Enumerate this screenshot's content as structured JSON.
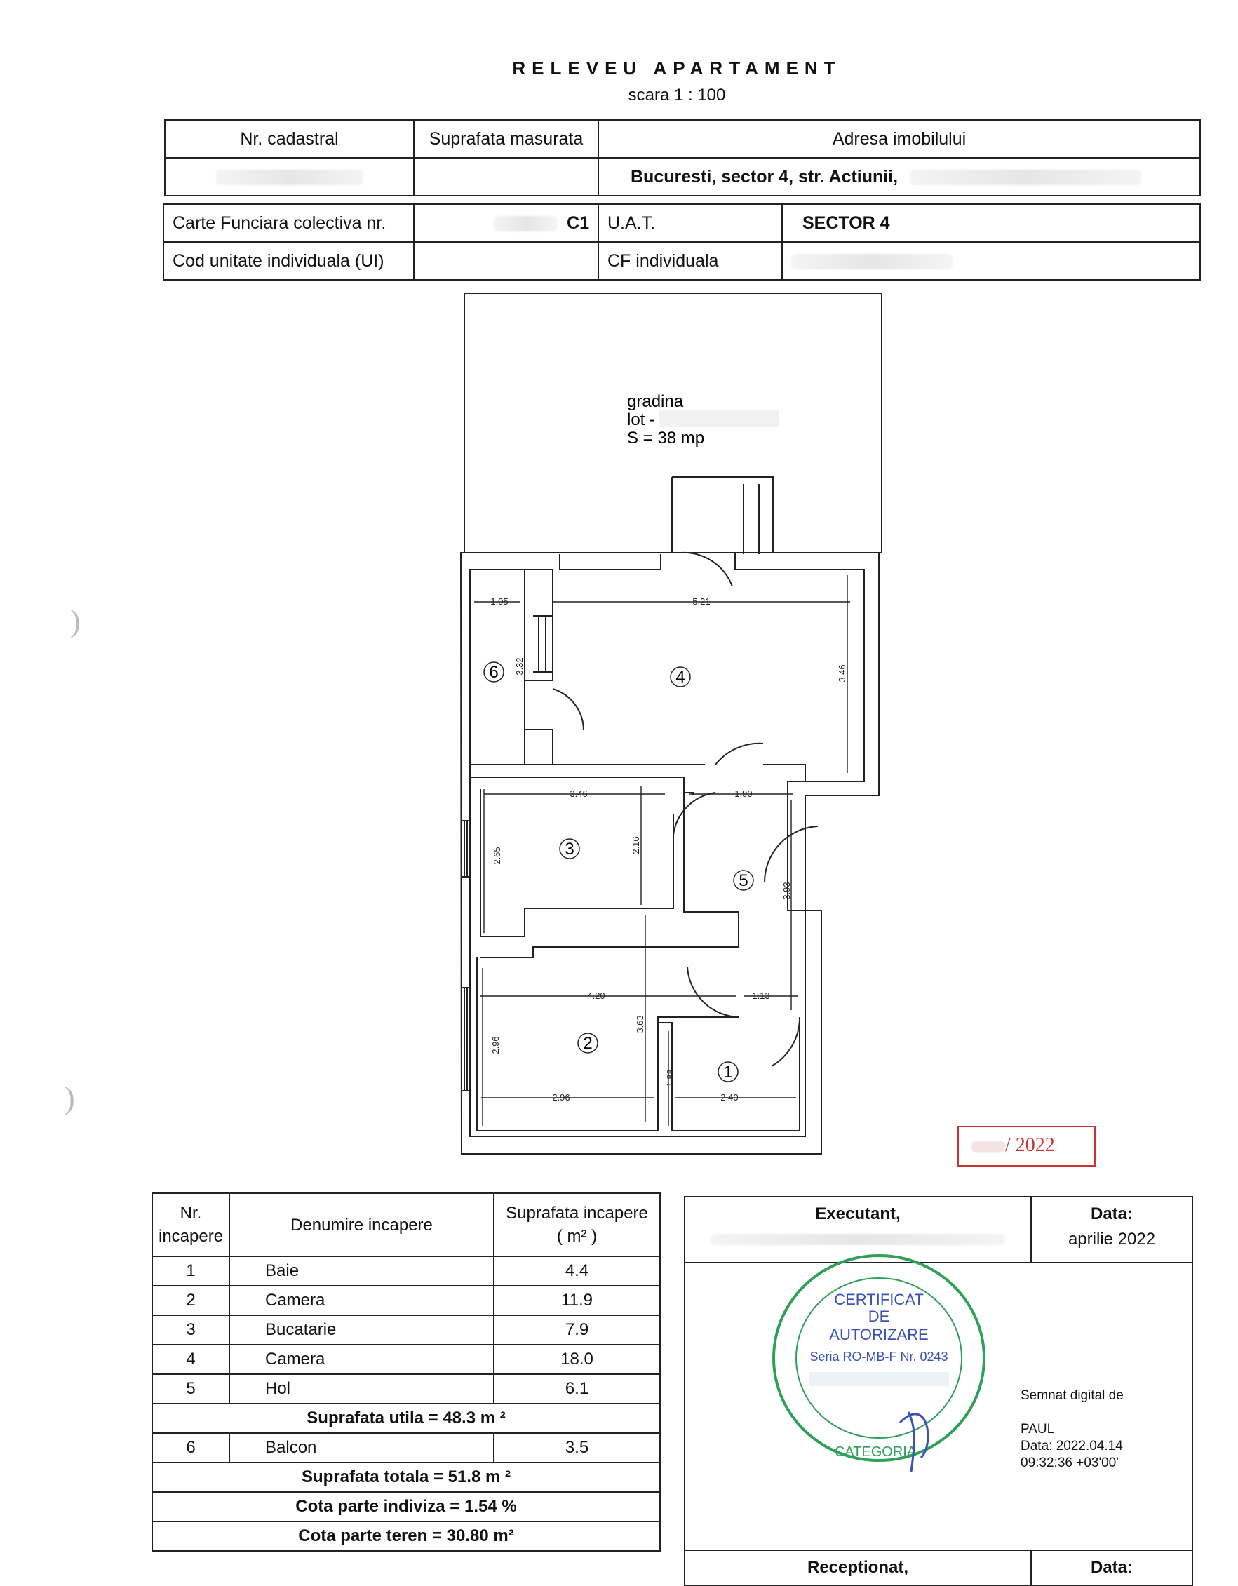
{
  "header": {
    "title": "RELEVEU APARTAMENT",
    "scale": "scara  1 : 100"
  },
  "info_table": {
    "col_cadastral": "Nr. cadastral",
    "col_suprafata": "Suprafata masurata",
    "col_adresa": "Adresa imobilului",
    "adresa_value": "Bucuresti, sector 4, str. Actiunii,"
  },
  "cf_table": {
    "carte_funciara_label": "Carte Funciara colectiva nr.",
    "carte_funciara_suffix": "C1",
    "uat_label": "U.A.T.",
    "uat_value": "SECTOR 4",
    "cod_ui_label": "Cod unitate individuala (UI)",
    "cf_individuala_label": "CF individuala"
  },
  "plan": {
    "garden_line1": "gradina",
    "garden_line2": "lot        - NC",
    "garden_line3": "S = 38 mp",
    "room_numbers": [
      "1",
      "2",
      "3",
      "4",
      "5",
      "6"
    ],
    "dimensions": {
      "d_105": "1.05",
      "d_521": "5.21",
      "d_332": "3.32",
      "d_346v": "3.46",
      "d_346h": "3.46",
      "d_216": "2.16",
      "d_190": "1.90",
      "d_265": "2.65",
      "d_393": "3.93",
      "d_420": "4.20",
      "d_113": "1.13",
      "d_363": "3.63",
      "d_296v": "2.96",
      "d_188": "1.88",
      "d_296h": "2.96",
      "d_240": "2.40"
    }
  },
  "reference_box": "/ 2022",
  "rooms_table": {
    "header_nr": "Nr. incapere",
    "header_denumire": "Denumire incapere",
    "header_suprafata": "Suprafata incapere",
    "header_unit": "( m² )",
    "rows": [
      {
        "nr": "1",
        "name": "Baie",
        "area": "4.4"
      },
      {
        "nr": "2",
        "name": "Camera",
        "area": "11.9"
      },
      {
        "nr": "3",
        "name": "Bucatarie",
        "area": "7.9"
      },
      {
        "nr": "4",
        "name": "Camera",
        "area": "18.0"
      },
      {
        "nr": "5",
        "name": "Hol",
        "area": "6.1"
      }
    ],
    "suprafata_utila": "Suprafata utila = 48.3 m ²",
    "balcon": {
      "nr": "6",
      "name": "Balcon",
      "area": "3.5"
    },
    "suprafata_totala": "Suprafata totala = 51.8 m ²",
    "cota_indiviza": "Cota parte indiviza = 1.54 %",
    "cota_teren": "Cota parte teren = 30.80 m²"
  },
  "exec_table": {
    "executant_label": "Executant,",
    "data_label": "Data:",
    "data_value": "aprilie 2022",
    "receptionat_label": "Receptionat,",
    "data_label_2": "Data:"
  },
  "stamp": {
    "line1": "CERTIFICAT",
    "line2": "DE",
    "line3": "AUTORIZARE",
    "line4": "Seria RO-MB-F Nr. 0243",
    "categoria": "CATEGORIA"
  },
  "signature": {
    "line1": "Semnat digital de",
    "line2": "PAUL",
    "line3": "Data: 2022.04.14",
    "line4": "09:32:36 +03'00'"
  },
  "colors": {
    "stamp_green": "#2fa05a",
    "stamp_blue": "#3a52b8",
    "ref_red": "#c33333",
    "line": "#222222"
  }
}
